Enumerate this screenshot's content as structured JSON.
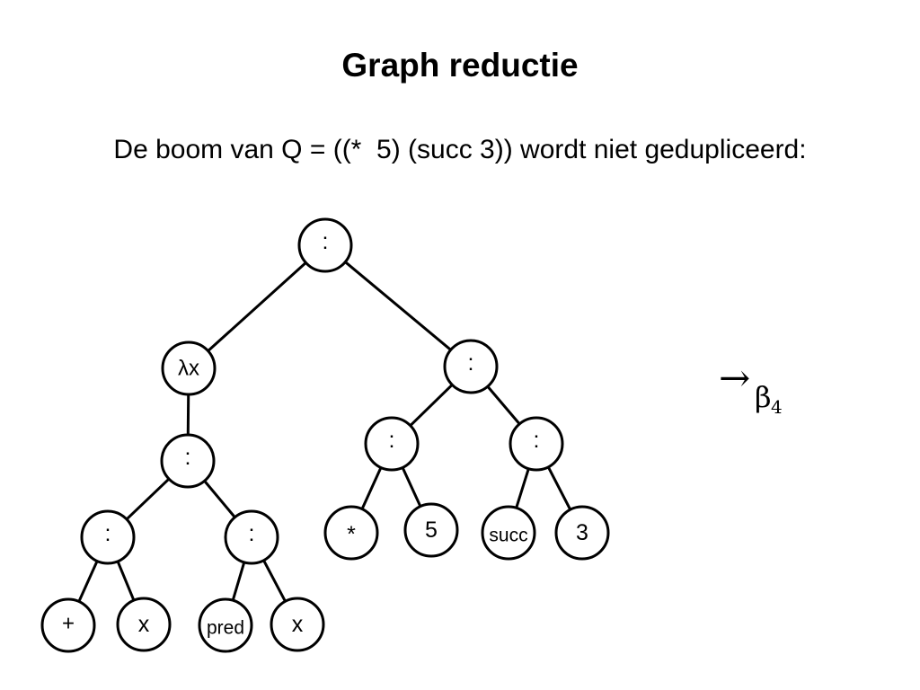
{
  "slide": {
    "title": "Graph reductie",
    "subtitle": "De boom van Q = ((*  5) (succ 3)) wordt niet gedupliceerd:"
  },
  "tree": {
    "nodes": [
      {
        "id": "root",
        "label": ":"
      },
      {
        "id": "lambda",
        "label": "λx"
      },
      {
        "id": "arg",
        "label": ":"
      },
      {
        "id": "body",
        "label": ":"
      },
      {
        "id": "body-left",
        "label": ":"
      },
      {
        "id": "body-right",
        "label": ":"
      },
      {
        "id": "plus",
        "label": "+"
      },
      {
        "id": "x1",
        "label": "x"
      },
      {
        "id": "pred",
        "label": "pred"
      },
      {
        "id": "x2",
        "label": "x"
      },
      {
        "id": "arg-left",
        "label": ":"
      },
      {
        "id": "arg-right",
        "label": ":"
      },
      {
        "id": "star",
        "label": "*"
      },
      {
        "id": "five",
        "label": "5"
      },
      {
        "id": "succ",
        "label": "succ"
      },
      {
        "id": "three",
        "label": "3"
      }
    ],
    "edges": [
      [
        "root",
        "lambda"
      ],
      [
        "root",
        "arg"
      ],
      [
        "lambda",
        "body"
      ],
      [
        "body",
        "body-left"
      ],
      [
        "body",
        "body-right"
      ],
      [
        "body-left",
        "plus"
      ],
      [
        "body-left",
        "x1"
      ],
      [
        "body-right",
        "pred"
      ],
      [
        "body-right",
        "x2"
      ],
      [
        "arg",
        "arg-left"
      ],
      [
        "arg",
        "arg-right"
      ],
      [
        "arg-left",
        "star"
      ],
      [
        "arg-left",
        "five"
      ],
      [
        "arg-right",
        "succ"
      ],
      [
        "arg-right",
        "three"
      ]
    ]
  },
  "reduction": {
    "arrow": "→",
    "symbol": "β",
    "subscript": "4"
  }
}
